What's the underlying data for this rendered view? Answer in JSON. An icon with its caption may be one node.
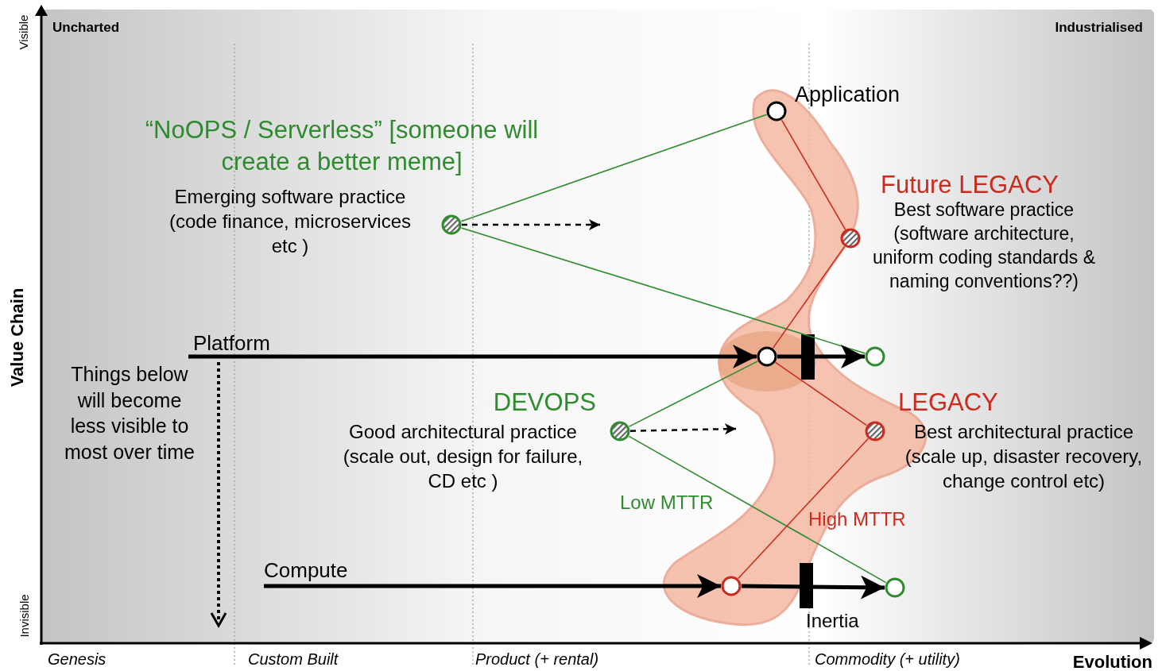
{
  "diagram": {
    "nodes": [
      {
        "text": [
          "Application"
        ]
      },
      {
        "text": [
          "“NoOPS / Serverless” [someone will create a better meme]",
          "Emerging software practice (code finance, microservices etc )"
        ]
      },
      {
        "text": [
          "Future LEGACY",
          "Best software practice (software architecture, uniform coding standards & naming conventions??)"
        ]
      },
      {
        "text": [
          "Platform"
        ]
      },
      {
        "text": [],
        "shape": "circle"
      },
      {
        "text": [],
        "shape": "circle"
      },
      {
        "text": [
          "DEVOPS",
          "Good architectural practice (scale out, design for failure, CD etc )"
        ]
      },
      {
        "text": [
          "LEGACY",
          "Best architectural practice (scale up, disaster recovery, change control etc)"
        ]
      },
      {
        "text": [
          "Compute"
        ]
      },
      {
        "text": [],
        "shape": "circle"
      },
      {
        "text": [],
        "shape": "circle"
      }
    ],
    "edges": [
      {
        "from": 1,
        "to": 0,
        "arrow": "none",
        "color": "#2e8b2e"
      },
      {
        "from": 1,
        "to": 5,
        "arrow": "none",
        "color": "#2e8b2e"
      },
      {
        "from": 1,
        "to": null,
        "arrow": "to",
        "style": "dashed"
      },
      {
        "from": 0,
        "to": 2,
        "arrow": "none",
        "color": "#cc2a1e"
      },
      {
        "from": 2,
        "to": 4,
        "arrow": "none",
        "color": "#cc2a1e"
      },
      {
        "from": 3,
        "to": 4,
        "arrow": "to",
        "style": "thick"
      },
      {
        "from": 4,
        "to": 5,
        "arrow": "to",
        "style": "thick"
      },
      {
        "from": 6,
        "to": 4,
        "arrow": "none",
        "color": "#2e8b2e"
      },
      {
        "from": 6,
        "to": 10,
        "arrow": "none",
        "color": "#2e8b2e"
      },
      {
        "from": 6,
        "to": null,
        "arrow": "to",
        "style": "dashed"
      },
      {
        "from": 4,
        "to": 7,
        "arrow": "none",
        "color": "#cc2a1e"
      },
      {
        "from": 7,
        "to": 9,
        "arrow": "none",
        "color": "#cc2a1e"
      },
      {
        "from": 8,
        "to": 9,
        "arrow": "to",
        "style": "thick"
      },
      {
        "from": 9,
        "to": 10,
        "arrow": "to",
        "style": "thick"
      }
    ],
    "labels": [
      "Uncharted",
      "Industrialised",
      "Visible",
      "Value Chain",
      "Invisible",
      "Things below will become less visible to most over time",
      "Low MTTR",
      "High MTTR",
      "Inertia",
      "Genesis",
      "Custom Built",
      "Product (+ rental)",
      "Commodity (+ utility)",
      "Evolution"
    ]
  }
}
